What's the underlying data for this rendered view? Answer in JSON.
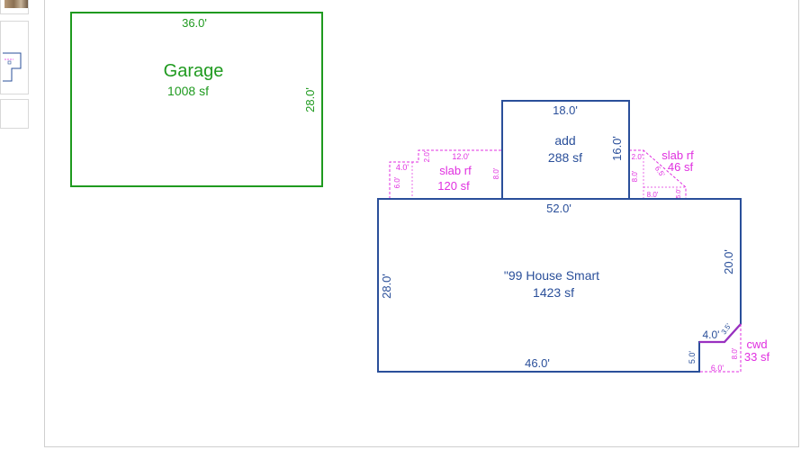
{
  "colors": {
    "garage": "#1f9a1f",
    "house": "#2a4f9a",
    "slab": "#e030e0",
    "cwd": "#9a30c0"
  },
  "thumbnails": [
    {
      "name": "photo-thumbnail"
    },
    {
      "name": "sketch-thumbnail"
    },
    {
      "name": "blank-thumbnail"
    }
  ],
  "garage": {
    "label": "Garage",
    "area": "1008 sf",
    "top_dim": "36.0'",
    "right_dim": "28.0'"
  },
  "add": {
    "label": "add",
    "area": "288 sf",
    "top_dim": "18.0'",
    "right_dim": "16.0'"
  },
  "house": {
    "label": "\"99 House Smart",
    "area": "1423 sf",
    "top_dim": "52.0'",
    "left_dim": "28.0'",
    "right_dim": "20.0'",
    "bottom_dim": "46.0'",
    "notch_top": "4.0'",
    "notch_side": "5.0'"
  },
  "slab_left": {
    "label": "slab rf",
    "area": "120 sf",
    "dims": [
      "12.0'",
      "2.0'",
      "4.0'",
      "6.0'",
      "8.0'"
    ]
  },
  "slab_right": {
    "label": "slab rf",
    "area": "46 sf",
    "dims": [
      "2.0'",
      "6.5'",
      "8.0'",
      "8.0'",
      "5.0'"
    ]
  },
  "cwd": {
    "label": "cwd",
    "area": "33 sf",
    "dims": [
      "3.5'",
      "8.0'",
      "6.0'"
    ]
  }
}
